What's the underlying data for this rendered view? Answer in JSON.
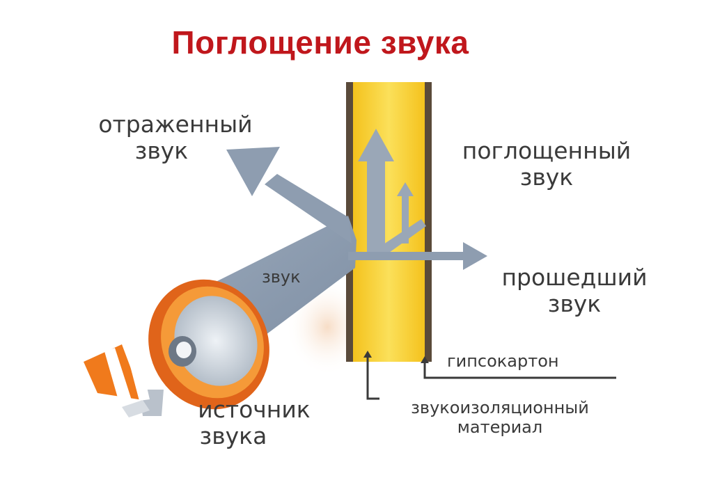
{
  "title": "Поглощение звука",
  "labels": {
    "reflected_line1": "отраженный",
    "reflected_line2": "звук",
    "absorbed_line1": "поглощенный",
    "absorbed_line2": "звук",
    "incident": "звук",
    "transmitted_line1": "прошедший",
    "transmitted_line2": "звук",
    "drywall": "гипсокартон",
    "insulation_line1": "звукоизоляционный",
    "insulation_line2": "материал",
    "source_line1": "источник",
    "source_line2": "звука"
  },
  "colors": {
    "title": "#c0171c",
    "arrow": "#8a9aad",
    "insulation": "#f7cf2e",
    "drywall": "#5a4a3a",
    "speaker": "#f07a1c"
  }
}
